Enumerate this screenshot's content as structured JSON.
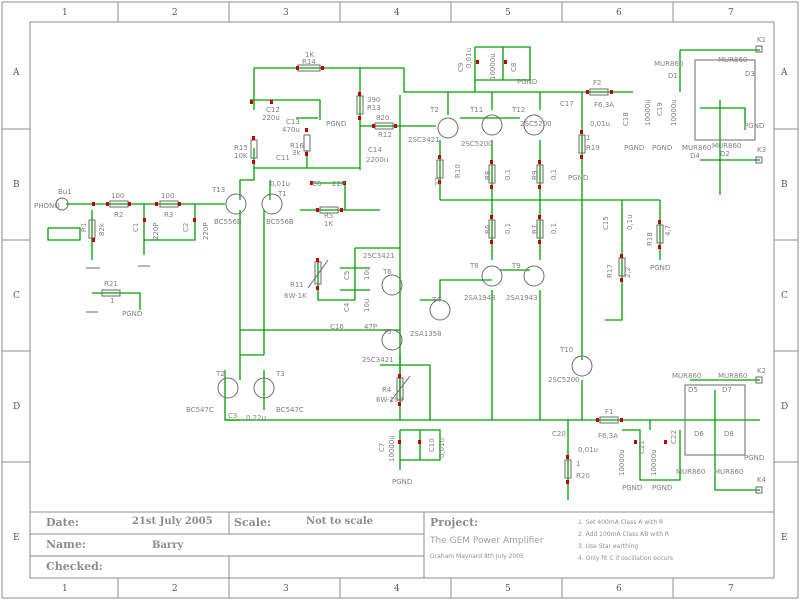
{
  "grid": {
    "columns": [
      "1",
      "2",
      "3",
      "4",
      "5",
      "6",
      "7"
    ],
    "rows": [
      "A",
      "B",
      "C",
      "D",
      "E"
    ]
  },
  "title_block": {
    "date_label": "Date:",
    "date_value": "21st July 2005",
    "scale_label": "Scale:",
    "scale_value": "Not to scale",
    "name_label": "Name:",
    "name_value": "Barry",
    "checked_label": "Checked:",
    "project_label": "Project:",
    "project_name": "The GEM Power Amplifier",
    "author": "Graham Maynard 8th July 2005",
    "notes": [
      "1. Set 400mA Class A with R",
      "2. Add 100mA Class AB with R",
      "3. Use Star earthing",
      "4. Only fit C if oscillation occurs"
    ]
  },
  "components": {
    "input": [
      "PHONO",
      "Bu1"
    ],
    "r2": [
      "R2",
      "100"
    ],
    "r3": [
      "R3",
      "100"
    ],
    "r1": [
      "R1",
      "82k"
    ],
    "c1": [
      "C1",
      "220P"
    ],
    "c2": [
      "C2",
      "220P"
    ],
    "r21": [
      "R21",
      "1"
    ],
    "pgnd": "PGND",
    "t13": [
      "T13",
      "BC556B"
    ],
    "t1": [
      "T1",
      "BC556B"
    ],
    "r14": [
      "R14",
      "1K"
    ],
    "c12": [
      "C12",
      "220u"
    ],
    "c13": [
      "C13",
      "470u"
    ],
    "r15": [
      "R15",
      "10K"
    ],
    "r16": [
      "R16",
      "3k"
    ],
    "c11": [
      "C11",
      "0,01u"
    ],
    "c6": [
      "C6",
      "22P"
    ],
    "r5": [
      "R5",
      "1K"
    ],
    "r13": [
      "R13",
      "390"
    ],
    "r12": [
      "R12",
      "820"
    ],
    "c14": [
      "C14",
      "2200u"
    ],
    "t2": [
      "T2",
      "2SC3421"
    ],
    "t11": [
      "T11",
      "2SC5200"
    ],
    "t12": [
      "T12",
      "2SC5200"
    ],
    "r10": [
      "R10",
      "22"
    ],
    "r8": [
      "R8",
      "0,1"
    ],
    "r9": [
      "R9",
      "0,1"
    ],
    "c9": [
      "C9",
      "0,01u"
    ],
    "c8": [
      "C8",
      "10000u"
    ],
    "c17": [
      "C17",
      "0,01u"
    ],
    "r19": [
      "R19",
      "1"
    ],
    "f2": [
      "F2",
      "F6,3A"
    ],
    "c18": [
      "C18",
      "10000u"
    ],
    "c19": [
      "C19",
      "10000u"
    ],
    "d1": [
      "D1",
      "MUR860"
    ],
    "d2": [
      "D2",
      "MUR860"
    ],
    "d3": [
      "D3",
      "MUR860"
    ],
    "d4": [
      "D4",
      "MUR860"
    ],
    "k1": "K1",
    "k3": "K3",
    "c15": [
      "C15",
      "0,1u"
    ],
    "r17": [
      "R17",
      "2,2"
    ],
    "r18": [
      "R18",
      "4,7"
    ],
    "t6": [
      "T6",
      "2SC3421"
    ],
    "r11": [
      "R11",
      "6W-1K"
    ],
    "c5": [
      "C5",
      "10u"
    ],
    "c4": [
      "C4",
      "10u"
    ],
    "r6": [
      "R6",
      "0,1"
    ],
    "r7": [
      "R7",
      "0,1"
    ],
    "t8": [
      "T8",
      "2SA1943"
    ],
    "t9": [
      "T9",
      "2SA1943"
    ],
    "t4": [
      "T4",
      "2SA1358"
    ],
    "c16": [
      "C16",
      "47P"
    ],
    "t5": [
      "T5",
      "2SC3421"
    ],
    "r4": [
      "R4",
      "6W-100"
    ],
    "t10": [
      "T10",
      "2SC5200"
    ],
    "t2b": [
      "T2",
      "BC547C"
    ],
    "t3": [
      "T3",
      "BC547C"
    ],
    "c3": [
      "C3",
      "0,22u"
    ],
    "c7": [
      "C7",
      "10000u"
    ],
    "c10": [
      "C10",
      "0,01u"
    ],
    "c20": [
      "C20",
      "0,01u"
    ],
    "r20": [
      "R20",
      "1"
    ],
    "f1": [
      "F1",
      "F6,3A"
    ],
    "c21": [
      "C21",
      "10000u"
    ],
    "c22": [
      "C22",
      "10000u"
    ],
    "d5": [
      "D5",
      "MUR860"
    ],
    "d6": [
      "D6",
      "MUR860"
    ],
    "d7": [
      "D7",
      "MUR860"
    ],
    "d8": [
      "D8",
      "MUR860"
    ],
    "k2": "K2",
    "k4": "K4"
  }
}
